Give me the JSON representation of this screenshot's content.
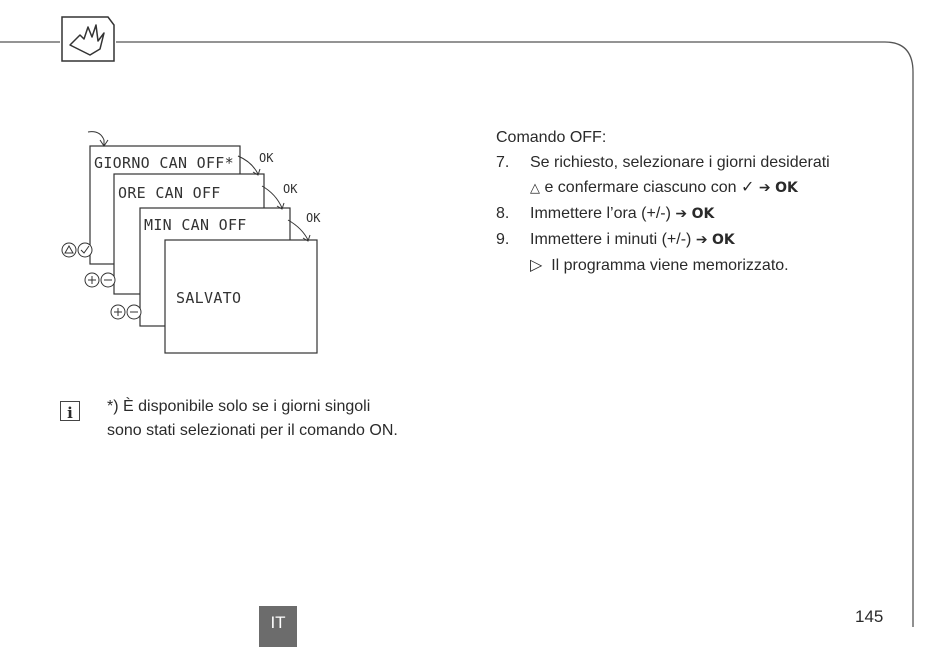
{
  "icons": {
    "header": "hand-press-icon",
    "info": "info-icon"
  },
  "diagram": {
    "screens": [
      "GIORNO CAN OFF*",
      "ORE CAN OFF",
      "MIN CAN OFF",
      "SALVATO"
    ],
    "ok_labels": [
      "OK",
      "OK",
      "OK"
    ],
    "buttons_row1": [
      "triangle-button",
      "check-button"
    ],
    "buttons_row2": [
      "plus-button",
      "minus-button"
    ],
    "buttons_row3": [
      "plus-button",
      "minus-button"
    ]
  },
  "instructions": {
    "heading": "Comando OFF:",
    "steps": [
      {
        "num": "7.",
        "text": "Se richiesto, selezionare i giorni desiderati",
        "line2_pre": "e confermare ciascuno con",
        "check_symbol": "✓",
        "arrow": "➔",
        "ok": "OK",
        "triangle": "△"
      },
      {
        "num": "8.",
        "text": "Immettere l’ora (+/-)",
        "arrow": "➔",
        "ok": "OK"
      },
      {
        "num": "9.",
        "text": "Immettere i minuti (+/-)",
        "arrow": "➔",
        "ok": "OK",
        "result_marker": "▷",
        "result": "Il programma viene memorizzato."
      }
    ]
  },
  "note": {
    "icon_letter": "i",
    "text_line1": "*) È disponibile solo se i giorni singoli",
    "text_line2": "sono stati selezionati per il comando ON."
  },
  "footer": {
    "lang": "IT",
    "page": "145"
  }
}
